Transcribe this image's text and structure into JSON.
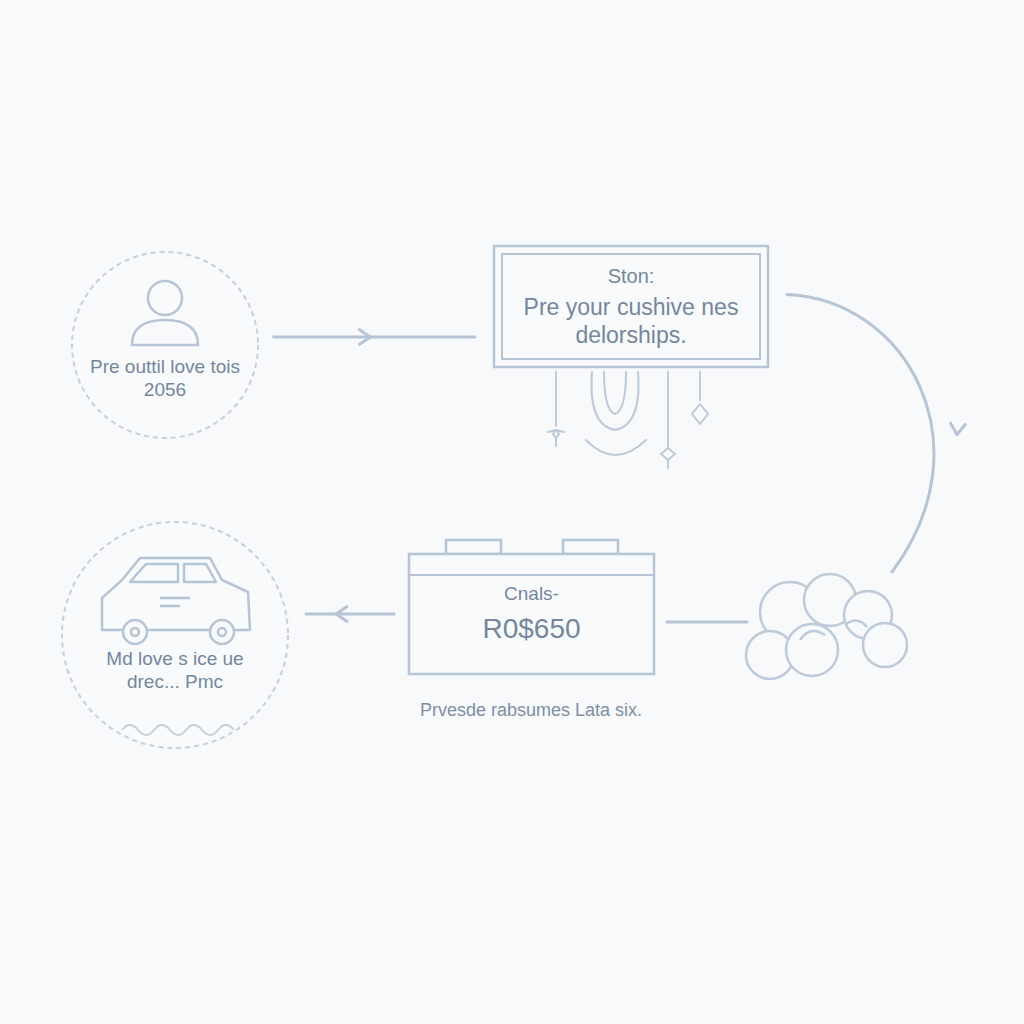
{
  "diagram": {
    "nodes": [
      {
        "text": [
          "Pre outtil love tois 2056"
        ]
      },
      {
        "text": [
          "Ston:",
          "Pre your cushive nes delorships."
        ]
      },
      {
        "text": [
          "Cnals-",
          "R0$650"
        ]
      },
      {
        "text": [
          "Md love s ice ue drec... Pmc"
        ]
      }
    ],
    "edges": [
      {
        "from": 0,
        "to": 1,
        "arrow": "to"
      },
      {
        "from": 1,
        "to": 2,
        "arrow": "to"
      },
      {
        "from": 2,
        "to": 3,
        "arrow": "to"
      }
    ],
    "labels": [
      "Prvesde rabsumes Lata six."
    ]
  }
}
